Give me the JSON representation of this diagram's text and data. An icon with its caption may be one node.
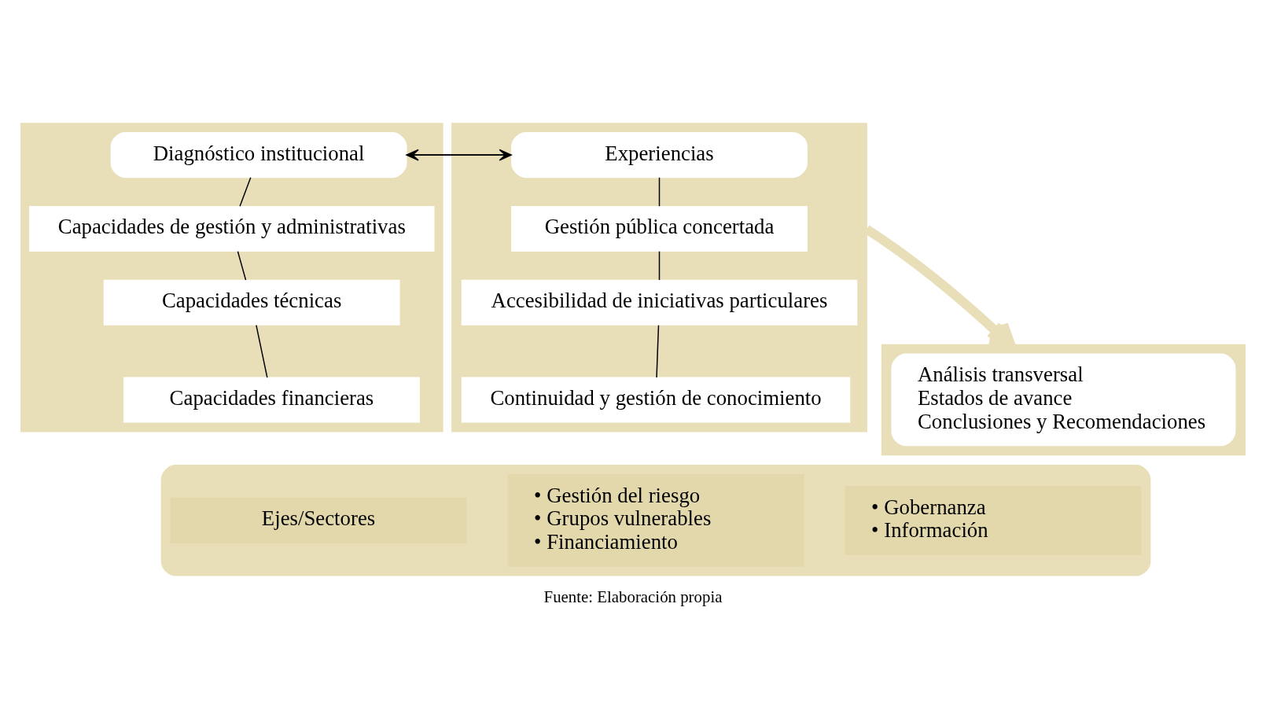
{
  "diagram": {
    "caption": "Fuente: Elaboración propia",
    "nodes": [
      {
        "text": [],
        "shape": "box"
      },
      {
        "text": [
          "Diagnóstico institucional"
        ],
        "in": 0
      },
      {
        "text": [
          "Capacidades de gestión y administrativas"
        ],
        "in": 0
      },
      {
        "text": [
          "Capacidades técnicas"
        ],
        "in": 0
      },
      {
        "text": [
          "Capacidades financieras"
        ],
        "in": 0
      },
      {
        "text": [],
        "shape": "box"
      },
      {
        "text": [
          "Experiencias"
        ],
        "in": 5
      },
      {
        "text": [
          "Gestión pública concertada"
        ],
        "in": 5
      },
      {
        "text": [
          "Accesibilidad de iniciativas particulares"
        ],
        "in": 5
      },
      {
        "text": [
          "Continuidad y gestión de conocimiento"
        ],
        "in": 5
      },
      {
        "text": [],
        "shape": "box"
      },
      {
        "text": [
          "Análisis transversal",
          "Estados de avance",
          "Conclusiones y Recomendaciones"
        ],
        "in": 10
      },
      {
        "text": [],
        "shape": "arrow"
      },
      {
        "text": [
          "Ejes/Sectores"
        ],
        "in": 12
      },
      {
        "text": [
          "• Gobernanza",
          "• Información"
        ],
        "in": 12
      },
      {
        "text": [
          "• Gestión del riesgo",
          "• Grupos vulnerables",
          "• Financiamiento"
        ],
        "in": 12
      }
    ],
    "edges": [
      {
        "from": 6,
        "to": 1,
        "arrow": "to"
      },
      {
        "from": 1,
        "to": 6,
        "arrow": "to"
      },
      {
        "from": 1,
        "to": 2,
        "arrow": "none"
      },
      {
        "from": 2,
        "to": 3,
        "arrow": "none"
      },
      {
        "from": 3,
        "to": 4,
        "arrow": "none"
      },
      {
        "from": 6,
        "to": 7,
        "arrow": "none"
      },
      {
        "from": 7,
        "to": 8,
        "arrow": "none"
      },
      {
        "from": 8,
        "to": 9,
        "arrow": "none"
      },
      {
        "from": 5,
        "to": 10,
        "arrow": "to",
        "style": "thick",
        "color": "#e8dfb8"
      }
    ]
  }
}
